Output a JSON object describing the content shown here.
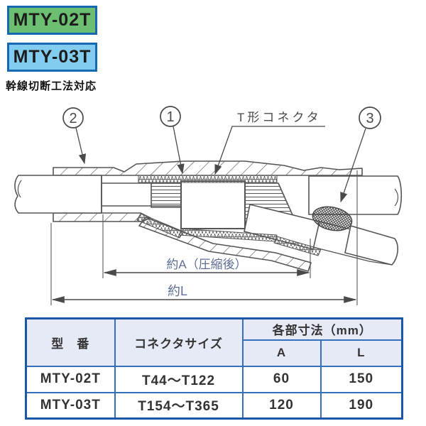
{
  "badges": [
    {
      "label": "MTY-02T",
      "bg": "#6cbe70"
    },
    {
      "label": "MTY-03T",
      "bg": "#82ccf0"
    }
  ],
  "subtitle": {
    "text": "幹線切断工法対応"
  },
  "diagram": {
    "callout_1": "1",
    "callout_2": "2",
    "callout_3": "3",
    "connector_label": "T形コネクタ",
    "dim_a": "約A（圧縮後）",
    "dim_l": "約L"
  },
  "table": {
    "header": {
      "model": "型　番",
      "size": "コネクタサイズ",
      "dims": "各部寸法（mm）",
      "col_a": "A",
      "col_l": "L"
    },
    "rows": [
      {
        "model": "MTY-02T",
        "size": "T44〜T122",
        "a": "60",
        "l": "150"
      },
      {
        "model": "MTY-03T",
        "size": "T154〜T365",
        "a": "120",
        "l": "190"
      }
    ]
  },
  "colors": {
    "badge_border": "#1668b3",
    "badge_green": "#6cbe70",
    "badge_blue": "#82ccf0",
    "table_outer_border": "#1a57a8",
    "table_inner_border": "#3470bb",
    "table_header_bg": "#e5eaf6",
    "dim_text": "#5c6d94",
    "line_color": "#555555"
  }
}
